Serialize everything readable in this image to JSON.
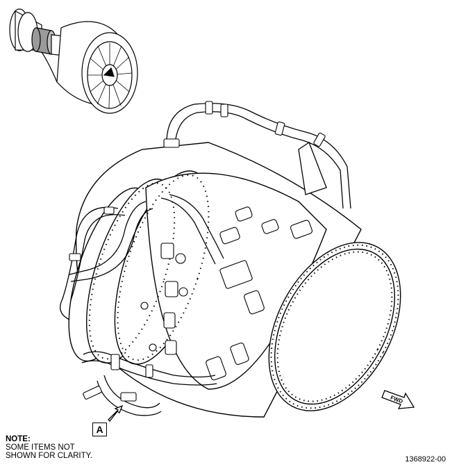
{
  "note": {
    "heading": "NOTE:",
    "lines": [
      "SOME ITEMS NOT",
      "SHOWN FOR CLARITY."
    ]
  },
  "figure_number": "1368922-00",
  "view_label": "A",
  "fwd_label": "FWD",
  "colors": {
    "line": "#000000",
    "background": "#ffffff",
    "fill": "#ffffff",
    "shade": "#d9d9d9"
  }
}
